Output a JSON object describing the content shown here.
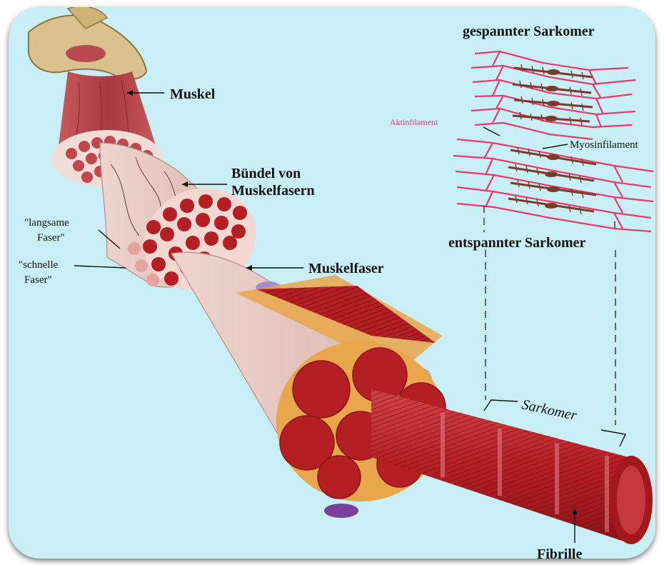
{
  "labels": {
    "muskel": "Muskel",
    "buendel_1": "Bündel von",
    "buendel_2": "Muskelfasern",
    "langsame_1": "\"langsame",
    "langsame_2": "Faser\"",
    "schnelle_1": "\"schnelle",
    "schnelle_2": "Faser\"",
    "muskelfaser": "Muskelfaser",
    "gespannter": "gespannter Sarkomer",
    "aktinfilament": "Aktinfilament",
    "myosinfilament": "Myosinfilament",
    "entspannter": "entspannter Sarkomer",
    "sarkomer": "Sarkomer",
    "fibrille": "Fibrille"
  },
  "colors": {
    "background": "#c8eef6",
    "actin": "#e83a6c",
    "myosin": "#7a3b2a",
    "muscle": "#b51f24",
    "tissue_pink": "#f3d8d2",
    "aktin_label": "#e0407a"
  }
}
